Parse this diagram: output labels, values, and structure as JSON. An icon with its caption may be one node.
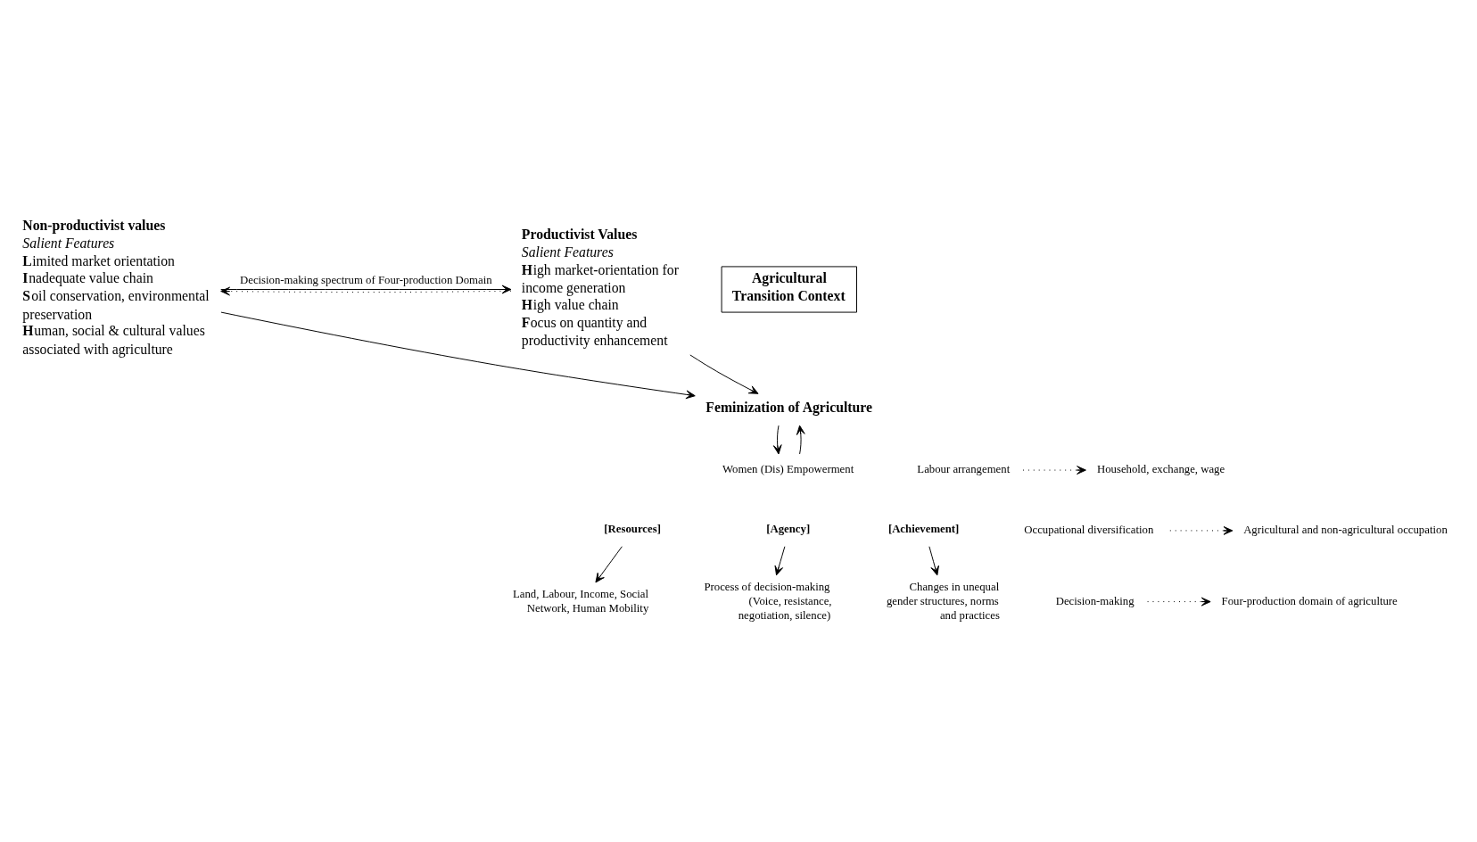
{
  "diagram": {
    "nodes": [
      {
        "text": [
          "Non-productivist values",
          "Salient Features",
          "**L**imited market orientation",
          "**I**nadequate value chain",
          "**S**oil conservation, environmental preservation",
          "**H**uman, social & cultural values associated with agriculture"
        ]
      },
      {
        "text": [
          "Productivist Values",
          "Salient Features",
          "**H**igh market-orientation for income generation",
          "**H**igh value chain",
          "**F**ocus on quantity and productivity enhancement"
        ]
      },
      {
        "text": [
          "Agricultural Transition Context"
        ]
      },
      {
        "text": [
          "Feminization of Agriculture"
        ]
      },
      {
        "text": [
          "Women (Dis) Empowerment"
        ]
      },
      {
        "text": [
          "Labour arrangement"
        ]
      },
      {
        "text": [
          "Household, exchange, wage"
        ]
      },
      {
        "text": [
          "Occupational diversification"
        ]
      },
      {
        "text": [
          "Agricultural and non-agricultural occupation"
        ]
      },
      {
        "text": [
          "Decision-making"
        ]
      },
      {
        "text": [
          "Four-production domain of agriculture"
        ]
      },
      {
        "text": [
          "[Resources]"
        ]
      },
      {
        "text": [
          "Land, Labour, Income, Social Network, Human Mobility"
        ]
      },
      {
        "text": [
          "[Agency]"
        ]
      },
      {
        "text": [
          "Process of decision-making (Voice, resistance, negotiation, silence)"
        ]
      },
      {
        "text": [
          "[Achievement]"
        ]
      },
      {
        "text": [
          "Changes in unequal gender structures, norms and practices"
        ]
      }
    ],
    "edges": [
      {
        "from": 0,
        "to": 1,
        "arrow": "to",
        "label": "Decision-making spectrum of Four-production Domain"
      },
      {
        "from": 1,
        "to": 0,
        "arrow": "to",
        "style": "dashed"
      },
      {
        "from": 0,
        "to": 3,
        "arrow": "to"
      },
      {
        "from": 1,
        "to": 3,
        "arrow": "to"
      },
      {
        "from": 3,
        "to": 4,
        "arrow": "to"
      },
      {
        "from": 4,
        "to": 3,
        "arrow": "to"
      },
      {
        "from": 5,
        "to": 6,
        "arrow": "to",
        "style": "dashed"
      },
      {
        "from": 7,
        "to": 8,
        "arrow": "to",
        "style": "dashed"
      },
      {
        "from": 9,
        "to": 10,
        "arrow": "to",
        "style": "dashed"
      },
      {
        "from": 11,
        "to": 12,
        "arrow": "to"
      },
      {
        "from": 13,
        "to": 14,
        "arrow": "to"
      },
      {
        "from": 15,
        "to": 16,
        "arrow": "to"
      }
    ]
  }
}
